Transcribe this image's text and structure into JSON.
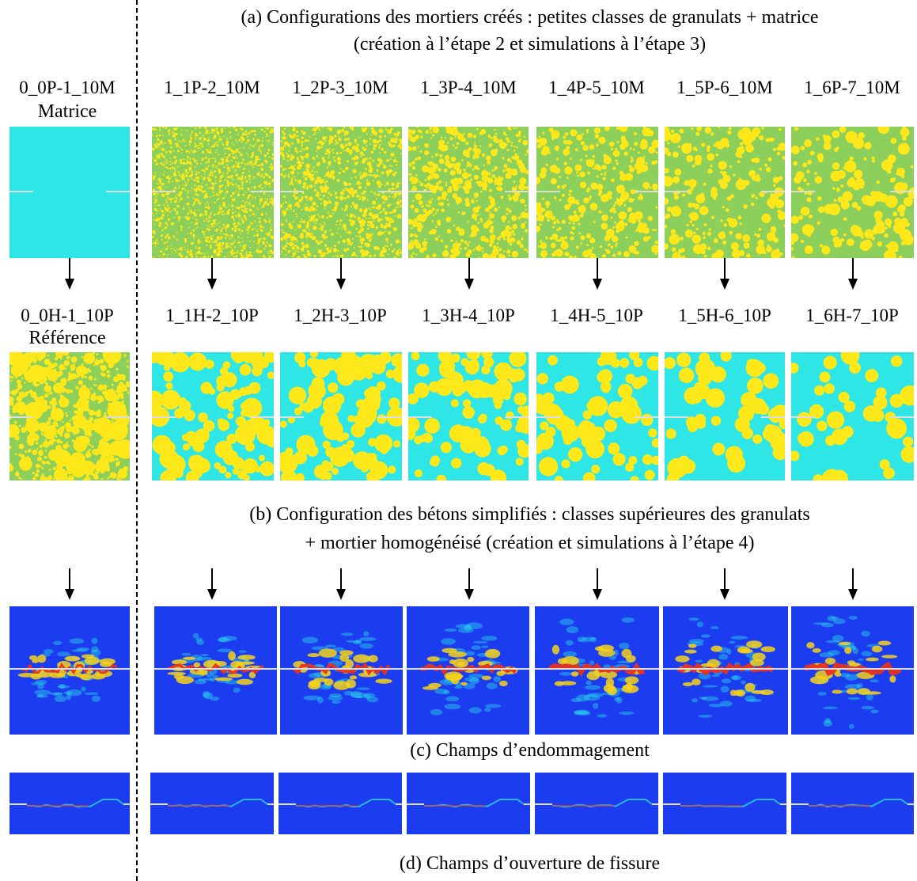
{
  "captions": {
    "a_line1": "(a) Configurations des mortiers créés : petites classes de granulats + matrice",
    "a_line2": "(création à l’étape 2 et simulations à l’étape 3)",
    "b_line1": "(b) Configuration des bétons simplifiés : classes supérieures des granulats",
    "b_line2": "+ mortier homogénéisé  (création et simulations à l’étape 4)",
    "c": "(c) Champs d’endommagement",
    "d": "(d) Champs d’ouverture de fissure"
  },
  "left_column": {
    "mortar_label": "0_0P-1_10M",
    "mortar_sublabel": "Matrice",
    "concrete_label": "0_0H-1_10P",
    "concrete_sublabel": "Référence"
  },
  "mortar_labels": [
    "1_1P-2_10M",
    "1_2P-3_10M",
    "1_3P-4_10M",
    "1_4P-5_10M",
    "1_5P-6_10M",
    "1_6P-7_10M"
  ],
  "concrete_labels": [
    "1_1H-2_10P",
    "1_2H-3_10P",
    "1_3H-4_10P",
    "1_4H-5_10P",
    "1_5H-6_10P",
    "1_6H-7_10P"
  ],
  "colors": {
    "matrix": "#2ee6e6",
    "mortar_background": "#8ccf5a",
    "aggregate": "#ffe81a",
    "field_background": "#1c3cf0",
    "notch": "#dddddd",
    "damage_high": "#e8321e",
    "damage_mid": "#f5d21a",
    "damage_low": "#2ad6e8"
  }
}
